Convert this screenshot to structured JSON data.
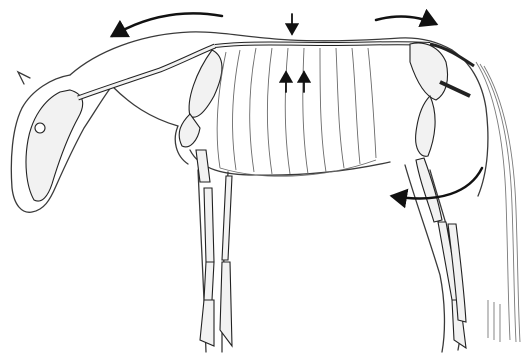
{
  "diagram": {
    "subject": "horse-skeleton-with-movement-arrows",
    "colors": {
      "background": "#ffffff",
      "outline": "#3a3a3a",
      "bone": "#f2f2f2",
      "bone_stroke": "#222222",
      "rib_line": "#6b6b6b",
      "arrow": "#111111",
      "tail": "#7a7a7a"
    },
    "arrows": [
      {
        "name": "neck-arc-arrow",
        "direction": "left"
      },
      {
        "name": "withers-down-arrow",
        "direction": "down"
      },
      {
        "name": "belly-up-arrow-left",
        "direction": "up"
      },
      {
        "name": "belly-up-arrow-right",
        "direction": "up"
      },
      {
        "name": "croup-arc-arrow",
        "direction": "right"
      },
      {
        "name": "hock-arc-arrow",
        "direction": "left"
      }
    ]
  }
}
